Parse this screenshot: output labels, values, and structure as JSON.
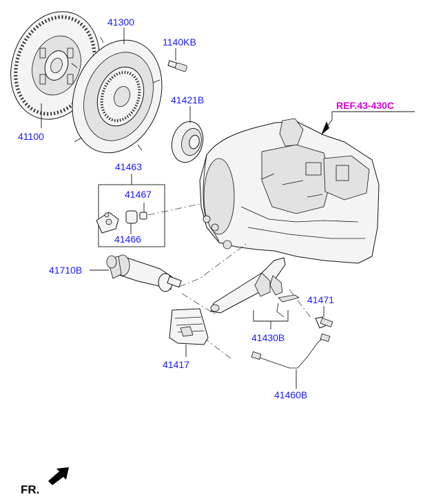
{
  "parts": {
    "p41100": "41100",
    "p41300": "41300",
    "p1140KB": "1140KB",
    "p41421B": "41421B",
    "p41463": "41463",
    "p41467": "41467",
    "p41466": "41466",
    "p41710B": "41710B",
    "p41471": "41471",
    "p41430B": "41430B",
    "p41417": "41417",
    "p41460B": "41460B"
  },
  "reference": "REF.43-430C",
  "orientation": "FR.",
  "colors": {
    "part_number": "#1a1aff",
    "reference": "#d400d4",
    "line": "#111111"
  }
}
